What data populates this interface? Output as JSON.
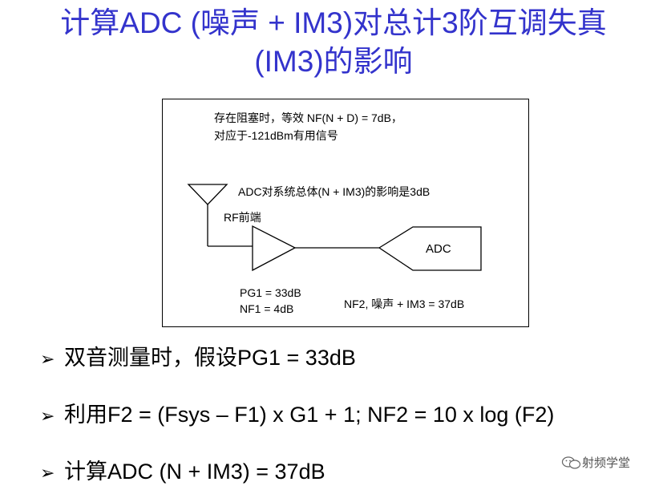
{
  "title": {
    "line1": "计算ADC (噪声 + IM3)对总计3阶互调失真",
    "line2": "(IM3)的影响"
  },
  "diagram": {
    "note_line1": "存在阻塞时，等效 NF(N + D) = 7dB，",
    "note_line2": "对应于-121dBm有用信号",
    "adc_effect": "ADC对系统总体(N + IM3)的影响是3dB",
    "rf_label": "RF前端",
    "adc_label": "ADC",
    "pg1": "PG1 = 33dB",
    "nf1": "NF1 = 4dB",
    "nf2": "NF2, 噪声   + IM3 = 37dB"
  },
  "bullets": [
    {
      "arrow": "➢",
      "text": "双音测量时，假设PG1 = 33dB"
    },
    {
      "arrow": "➢",
      "text": "利用F2 = (Fsys – F1) x G1 + 1; NF2 = 10 x log (F2)"
    },
    {
      "arrow": "➢",
      "text": "计算ADC (N + IM3) = 37dB"
    }
  ],
  "watermark": {
    "text": "射频学堂",
    "icon": "wechat-icon"
  },
  "colors": {
    "title": "#3333cc",
    "text": "#000000",
    "background": "#ffffff"
  }
}
